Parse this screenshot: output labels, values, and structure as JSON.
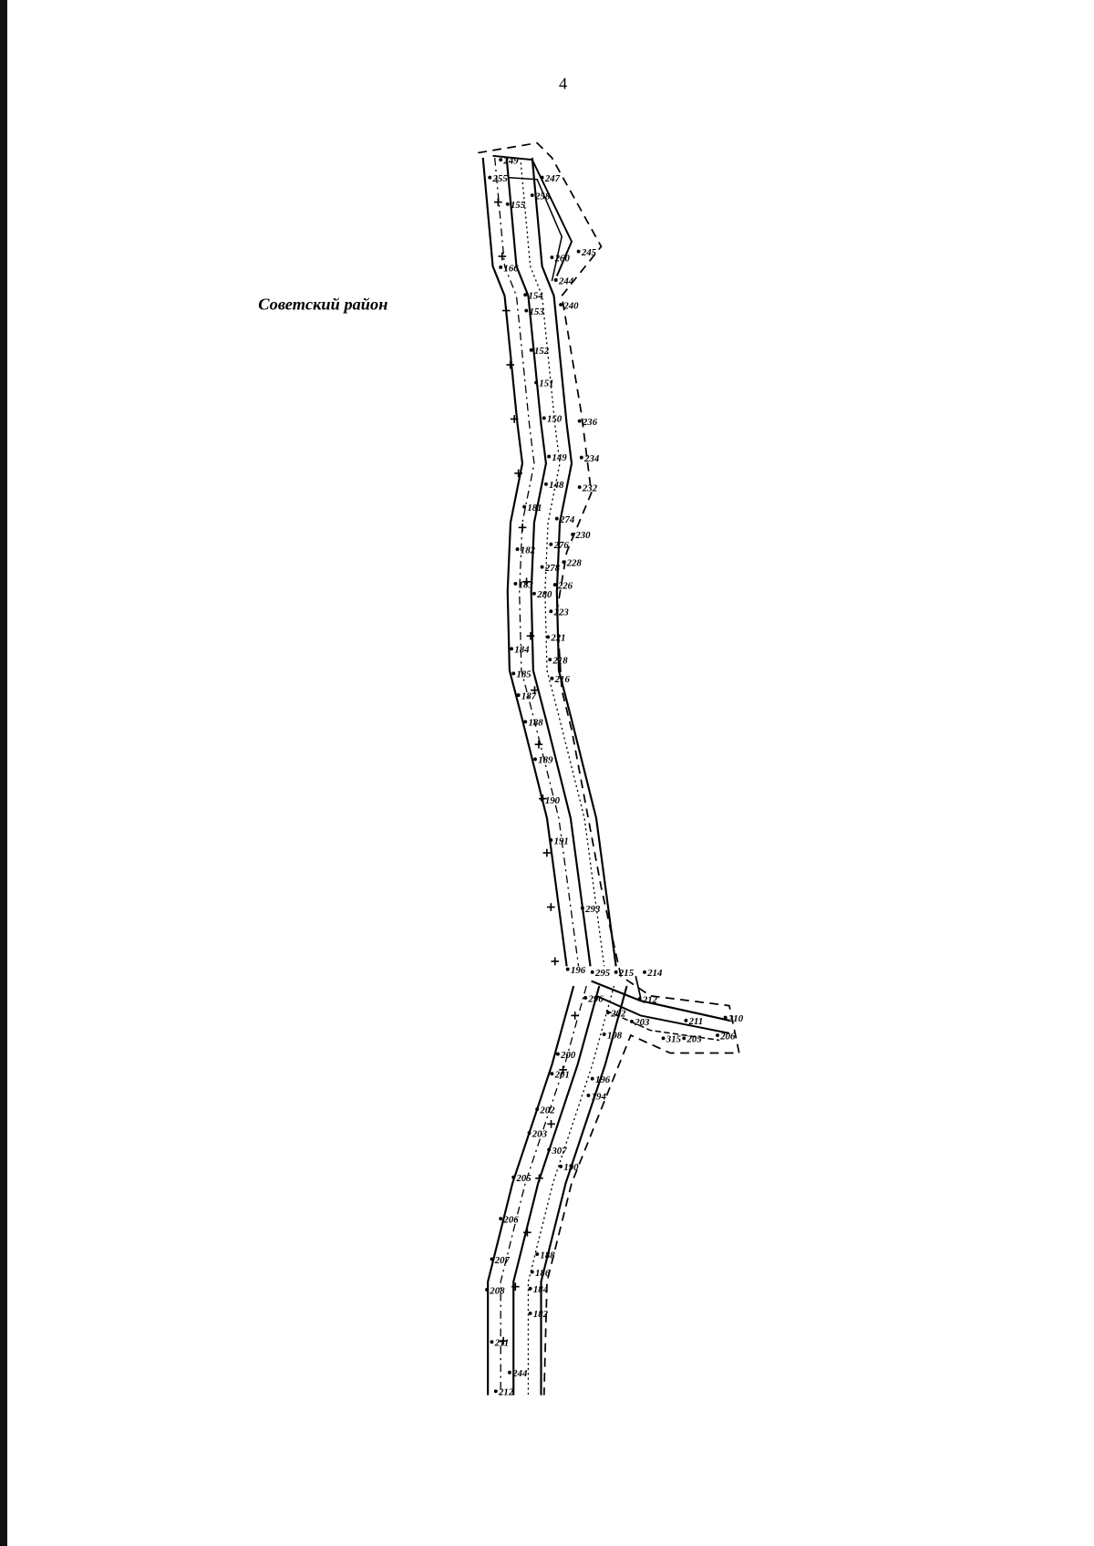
{
  "page_number": "4",
  "district_title": "Советский район",
  "point_labels": [
    "249",
    "255",
    "247",
    "258",
    "155",
    "245",
    "260",
    "166",
    "244",
    "154",
    "240",
    "153",
    "152",
    "151",
    "150",
    "236",
    "149",
    "234",
    "148",
    "232",
    "181",
    "274",
    "230",
    "276",
    "182",
    "228",
    "278",
    "183",
    "226",
    "280",
    "223",
    "221",
    "184",
    "218",
    "185",
    "216",
    "187",
    "188",
    "189",
    "190",
    "191",
    "293",
    "196",
    "295",
    "215",
    "214",
    "212",
    "296",
    "202",
    "203",
    "211",
    "210",
    "198",
    "315",
    "205",
    "206",
    "200",
    "201",
    "196",
    "194",
    "202",
    "203",
    "307",
    "190",
    "205",
    "206",
    "188",
    "207",
    "186",
    "208",
    "184",
    "182",
    "211",
    "244",
    "212"
  ]
}
